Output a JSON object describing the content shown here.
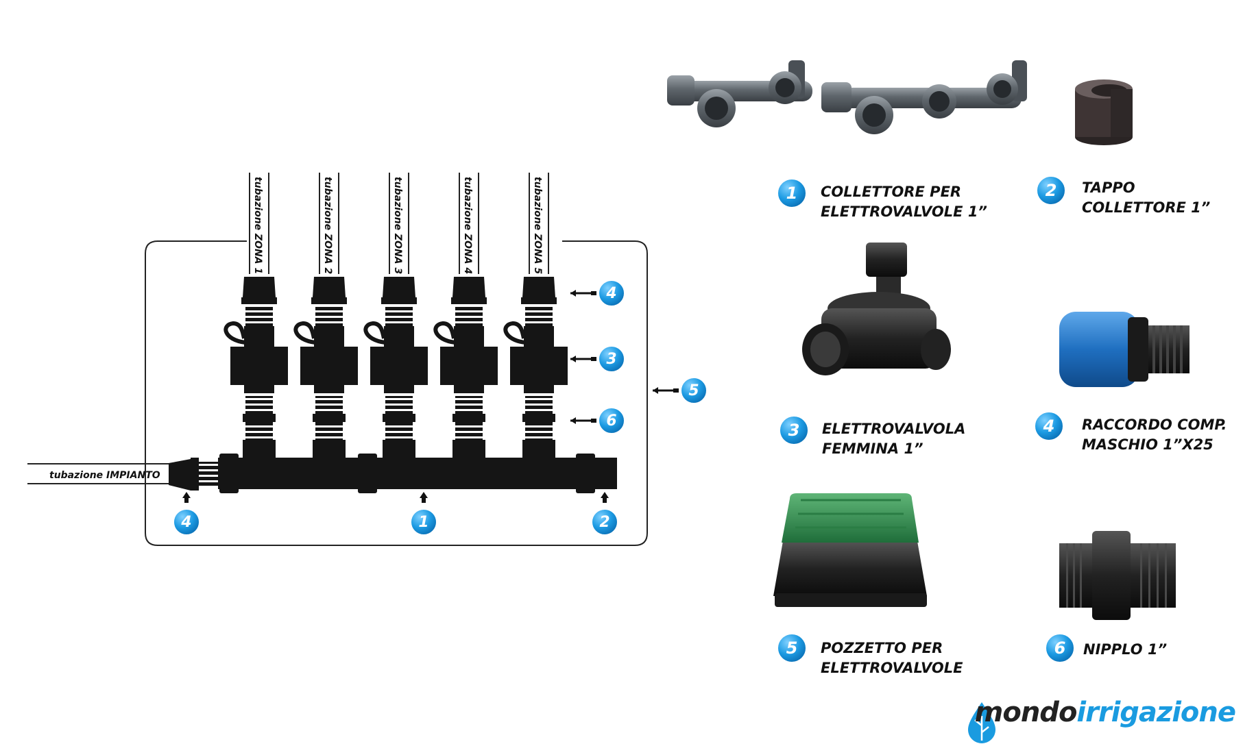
{
  "diagram": {
    "zones": [
      {
        "label": "tubazione ZONA 1"
      },
      {
        "label": "tubazione ZONA 2"
      },
      {
        "label": "tubazione ZONA 3"
      },
      {
        "label": "tubazione ZONA 4"
      },
      {
        "label": "tubazione ZONA 5"
      }
    ],
    "inlet_label": "tubazione IMPIANTO",
    "callouts_side": [
      "4",
      "3",
      "6",
      "5"
    ],
    "callouts_bottom": [
      "4",
      "1",
      "2"
    ]
  },
  "legend": [
    {
      "num": "1",
      "line1": "COLLETTORE PER",
      "line2": "ELETTROVALVOLE 1”"
    },
    {
      "num": "2",
      "line1": "TAPPO",
      "line2": "COLLETTORE 1”"
    },
    {
      "num": "3",
      "line1": "ELETTROVALVOLA",
      "line2": "FEMMINA 1”"
    },
    {
      "num": "4",
      "line1": "RACCORDO COMP.",
      "line2": "MASCHIO 1”X25"
    },
    {
      "num": "5",
      "line1": "POZZETTO PER",
      "line2": "ELETTROVALVOLE"
    },
    {
      "num": "6",
      "line1": "NIPPLO 1”",
      "line2": ""
    }
  ],
  "brand": {
    "part1": "mondo",
    "part2": "irrigazione",
    "accent": "#1a9be0",
    "dark": "#222222"
  },
  "colors": {
    "badge": "#1a9be0",
    "fitting": "#151515",
    "manifold_photo": "#6b7278",
    "valve_box_lid": "#2e8a4b",
    "raccordo_blue": "#1f6fc0"
  }
}
